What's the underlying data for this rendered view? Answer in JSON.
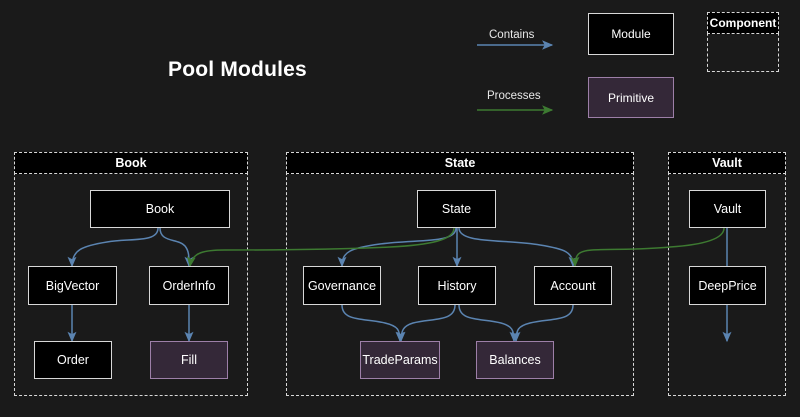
{
  "diagram": {
    "title": "Pool Modules",
    "background_color": "#1a1a1a",
    "colors": {
      "contains_arrow": "#5b84b1",
      "processes_arrow": "#3d7a31",
      "module_fill": "#000000",
      "module_border": "#d8d8d8",
      "primitive_fill": "#342838",
      "primitive_border": "#9d7fa8",
      "text": "#ffffff"
    }
  },
  "legend": {
    "contains_label": "Contains",
    "processes_label": "Processes",
    "module_label": "Module",
    "primitive_label": "Primitive",
    "component_label": "Component"
  },
  "containers": [
    {
      "id": "book",
      "label": "Book"
    },
    {
      "id": "state",
      "label": "State"
    },
    {
      "id": "vault",
      "label": "Vault"
    }
  ],
  "nodes": [
    {
      "id": "book",
      "label": "Book",
      "type": "module",
      "container": "book"
    },
    {
      "id": "bigvector",
      "label": "BigVector",
      "type": "module",
      "container": "book"
    },
    {
      "id": "orderinfo",
      "label": "OrderInfo",
      "type": "module",
      "container": "book"
    },
    {
      "id": "order",
      "label": "Order",
      "type": "module",
      "container": "book"
    },
    {
      "id": "fill",
      "label": "Fill",
      "type": "primitive",
      "container": "book"
    },
    {
      "id": "state",
      "label": "State",
      "type": "module",
      "container": "state"
    },
    {
      "id": "governance",
      "label": "Governance",
      "type": "module",
      "container": "state"
    },
    {
      "id": "history",
      "label": "History",
      "type": "module",
      "container": "state"
    },
    {
      "id": "account",
      "label": "Account",
      "type": "module",
      "container": "state"
    },
    {
      "id": "tradeparams",
      "label": "TradeParams",
      "type": "primitive",
      "container": "state"
    },
    {
      "id": "balances",
      "label": "Balances",
      "type": "primitive",
      "container": "state"
    },
    {
      "id": "vault",
      "label": "Vault",
      "type": "module",
      "container": "vault"
    },
    {
      "id": "deepprice",
      "label": "DeepPrice",
      "type": "module",
      "container": "vault"
    }
  ],
  "edges": [
    {
      "from": "book",
      "to": "bigvector",
      "relation": "Contains"
    },
    {
      "from": "book",
      "to": "orderinfo",
      "relation": "Contains"
    },
    {
      "from": "bigvector",
      "to": "order",
      "relation": "Contains"
    },
    {
      "from": "orderinfo",
      "to": "fill",
      "relation": "Contains"
    },
    {
      "from": "state",
      "to": "governance",
      "relation": "Contains"
    },
    {
      "from": "state",
      "to": "history",
      "relation": "Contains"
    },
    {
      "from": "state",
      "to": "account",
      "relation": "Contains"
    },
    {
      "from": "governance",
      "to": "tradeparams",
      "relation": "Contains"
    },
    {
      "from": "history",
      "to": "tradeparams",
      "relation": "Contains"
    },
    {
      "from": "history",
      "to": "balances",
      "relation": "Contains"
    },
    {
      "from": "account",
      "to": "balances",
      "relation": "Contains"
    },
    {
      "from": "vault",
      "to": "deepprice",
      "relation": "Contains"
    },
    {
      "from": "state",
      "to": "orderinfo",
      "relation": "Processes"
    },
    {
      "from": "vault",
      "to": "account",
      "relation": "Processes"
    }
  ]
}
